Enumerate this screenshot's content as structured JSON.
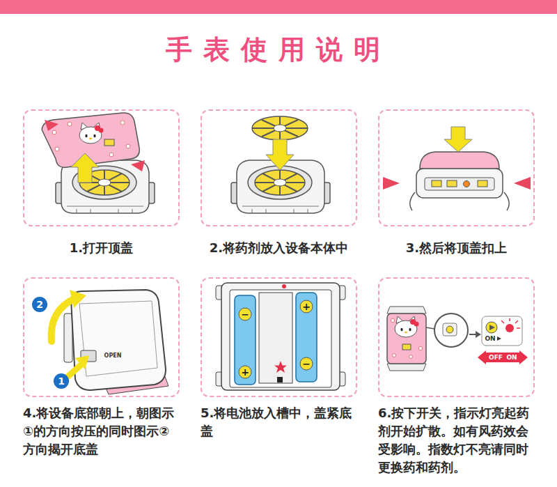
{
  "diagram": {
    "title": "手表使用说明",
    "nodes": [
      {
        "text": [
          "1.打开顶盖"
        ]
      },
      {
        "text": [
          "2.将药剂放入设备本体中"
        ]
      },
      {
        "text": [
          "3.然后将顶盖扣上"
        ]
      },
      {
        "text": [
          "4.将设备底部朝上，朝图示①的方向按压的同时图示②方向揭开底盖"
        ]
      },
      {
        "text": [
          "5.将电池放入槽中，盖紧底盖"
        ]
      },
      {
        "text": [
          "6.按下开关，指示灯亮起药剂开始扩散。如有风药效会受影响。指数灯不亮请同时更换药和药剂。"
        ]
      }
    ],
    "labels": [
      "2",
      "1",
      "OPEN",
      "−",
      "+",
      "+",
      "−",
      "ON",
      "OFF",
      "ON"
    ]
  }
}
